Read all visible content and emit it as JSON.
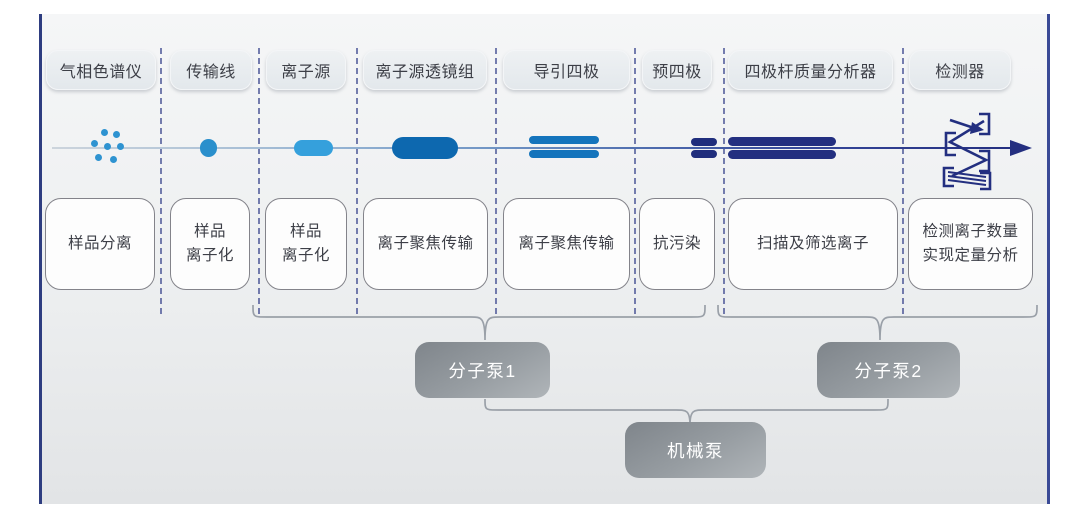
{
  "stages": [
    {
      "label": "气相色谱仪",
      "description": "样品分离",
      "icon": "molecule-dots-icon"
    },
    {
      "label": "传输线",
      "description": "样品\n离子化",
      "icon": "droplet-icon"
    },
    {
      "label": "离子源",
      "description": "样品\n离子化",
      "icon": "ion-source-capsule-icon"
    },
    {
      "label": "离子源透镜组",
      "description": "离子聚焦传输",
      "icon": "lens-block-icon"
    },
    {
      "label": "导引四极",
      "description": "离子聚焦传输",
      "icon": "guide-quadrupole-bars-icon"
    },
    {
      "label": "预四极",
      "description": "抗污染",
      "icon": "pre-quadrupole-bars-icon"
    },
    {
      "label": "四极杆质量分析器",
      "description": "扫描及筛选离子",
      "icon": "analyzer-rods-icon"
    },
    {
      "label": "检测器",
      "description": "检测离子数量\n实现定量分析",
      "icon": "electron-multiplier-icon"
    }
  ],
  "pumps": [
    {
      "label": "分子泵1"
    },
    {
      "label": "分子泵2"
    },
    {
      "label": "机械泵"
    }
  ],
  "colors": {
    "light_blue": "#2e93d1",
    "mid_blue": "#0d68af",
    "navy": "#232f80",
    "divider_blue": "#424e92",
    "pump_gray_dark": "#7f858b",
    "pump_gray_light": "#b0b5b9",
    "brace_gray": "#9aa0a8"
  }
}
